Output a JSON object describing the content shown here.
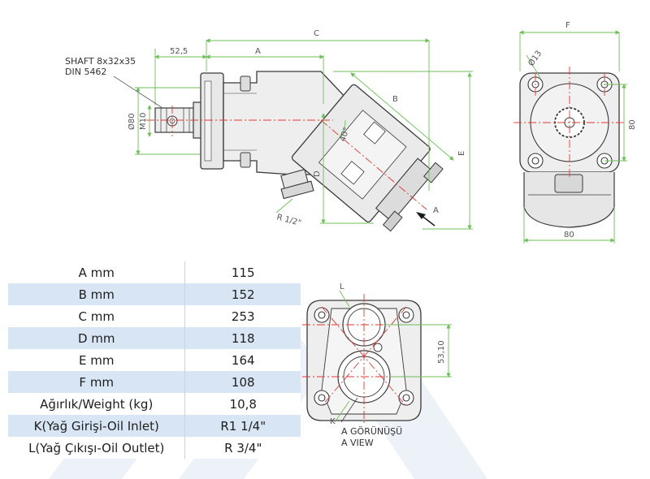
{
  "colors": {
    "line": "#3a3a3a",
    "dimension": "#6fbf5a",
    "centerline": "#e53935",
    "fill": "#eeeeee",
    "table_stripe": "#d8e5f4",
    "watermark": "#e8eef6"
  },
  "labels": {
    "shaft_line1": "SHAFT 8x32x35",
    "shaft_line2": "DIN 5462",
    "dim_52_5": "52,5",
    "dim_a": "A",
    "dim_b": "B",
    "dim_c": "C",
    "dim_d": "D",
    "dim_e": "E",
    "dim_f": "F",
    "dim_m10": "M10",
    "dim_o80": "Ø80",
    "dim_o13": "Ø13",
    "dim_40deg": "40°",
    "dim_r12": "R 1/2\"",
    "arrow_a": "A",
    "side_80_vertical": "80",
    "side_80_horizontal": "80",
    "dim_53_10": "53,10",
    "l_label": "L",
    "k_label": "K",
    "view_line1": "A GÖRÜNÜŞÜ",
    "view_line2": "A VIEW"
  },
  "specs": [
    {
      "label": "A mm",
      "value": "115"
    },
    {
      "label": "B mm",
      "value": "152"
    },
    {
      "label": "C mm",
      "value": "253"
    },
    {
      "label": "D mm",
      "value": "118"
    },
    {
      "label": "E mm",
      "value": "164"
    },
    {
      "label": "F mm",
      "value": "108"
    },
    {
      "label": "Ağırlık/Weight (kg)",
      "value": "10,8"
    },
    {
      "label": "K(Yağ Girişi-Oil Inlet)",
      "value": "R1 1/4\""
    },
    {
      "label": "L(Yağ Çıkışı-Oil Outlet)",
      "value": "R 3/4\""
    }
  ]
}
